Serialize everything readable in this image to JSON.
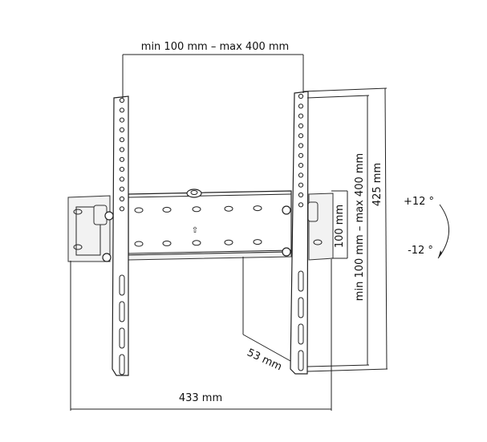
{
  "dimensions": {
    "top_width": "min 100 mm – max 400 mm",
    "vertical_range": "min 100 mm – max 400 mm",
    "plate_height": "100 mm",
    "total_height": "425 mm",
    "total_width": "433 mm",
    "depth": "53 mm"
  },
  "tilt": {
    "up": "+12 °",
    "down": "-12 °"
  },
  "colors": {
    "line": "#222222",
    "background": "#ffffff"
  }
}
